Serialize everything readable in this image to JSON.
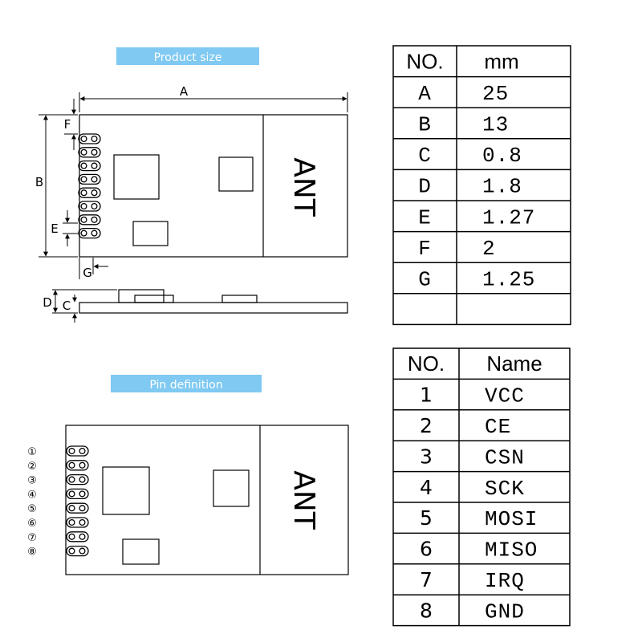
{
  "product_size": {
    "banner": "Product size",
    "dim_labels": {
      "A": "A",
      "B": "B",
      "C": "C",
      "D": "D",
      "E": "E",
      "F": "F",
      "G": "G"
    },
    "antenna_label": "ANT"
  },
  "pin_definition": {
    "banner": "Pin definition",
    "antenna_label": "ANT",
    "pin_markers": [
      "①",
      "②",
      "③",
      "④",
      "⑤",
      "⑥",
      "⑦",
      "⑧"
    ]
  },
  "size_table": {
    "headers": [
      "NO.",
      "mm"
    ],
    "rows": [
      [
        "A",
        "25"
      ],
      [
        "B",
        "13"
      ],
      [
        "C",
        "0.8"
      ],
      [
        "D",
        "1.8"
      ],
      [
        "E",
        "1.27"
      ],
      [
        "F",
        "2"
      ],
      [
        "G",
        "1.25"
      ],
      [
        "",
        ""
      ]
    ]
  },
  "pin_table": {
    "headers": [
      "NO.",
      "Name"
    ],
    "rows": [
      [
        "1",
        "VCC"
      ],
      [
        "2",
        "CE"
      ],
      [
        "3",
        "CSN"
      ],
      [
        "4",
        "SCK"
      ],
      [
        "5",
        "MOSI"
      ],
      [
        "6",
        "MISO"
      ],
      [
        "7",
        "IRQ"
      ],
      [
        "8",
        "GND"
      ]
    ]
  },
  "colors": {
    "banner": "#7FC9F2",
    "line": "#000000"
  }
}
